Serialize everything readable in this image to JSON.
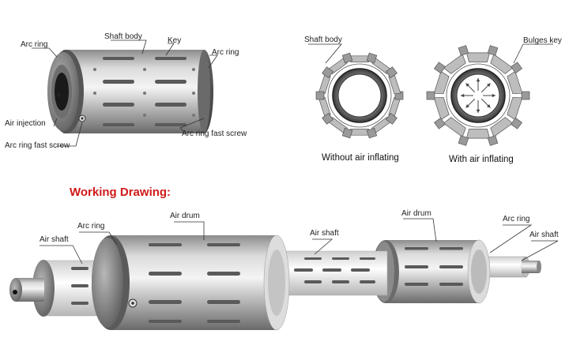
{
  "top_left": {
    "labels": {
      "arc_ring": "Arc ring",
      "shaft_body": "Shaft body",
      "key": "Key",
      "arc_ring_right": "Arc ring",
      "air_injection": "Air injection",
      "arc_ring_fast_screw_right": "Arc ring fast screw",
      "arc_ring_fast_screw_left": "Arc ring fast screw"
    }
  },
  "cross_sections": {
    "left": {
      "label": "Shaft body",
      "caption": "Without air inflating"
    },
    "right": {
      "label": "Bulges key",
      "caption": "With air inflating"
    }
  },
  "working_drawing": {
    "title": "Working Drawing:",
    "labels": {
      "air_shaft_left": "Air shaft",
      "arc_ring_left": "Arc ring",
      "air_drum_left": "Air drum",
      "air_shaft_mid": "Air shaft",
      "air_drum_right": "Air drum",
      "arc_ring_right": "Arc ring",
      "air_shaft_right": "Air shaft"
    }
  },
  "colors": {
    "title_red": "#d11a1a",
    "metal_dark": "#4a4a4a",
    "metal_mid": "#9a9a9a",
    "metal_light": "#e6e6e6"
  }
}
